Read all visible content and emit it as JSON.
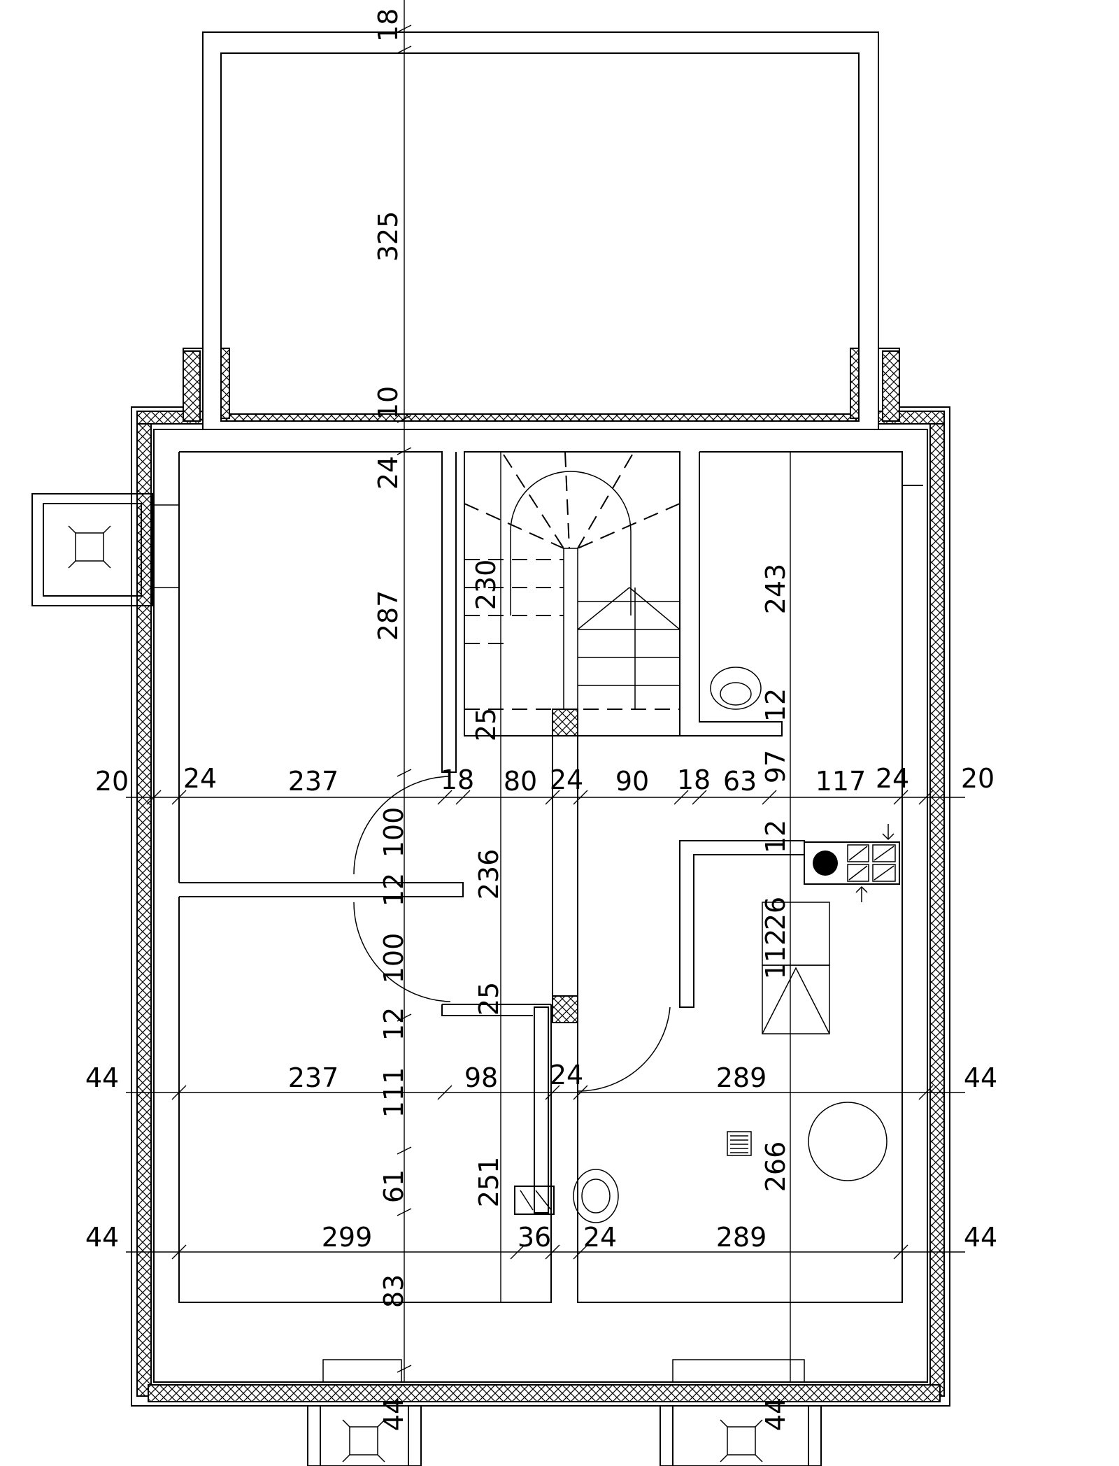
{
  "colors": {
    "line": "#000000",
    "background": "#ffffff"
  },
  "dimensions": {
    "terrace_depth": "325",
    "top_margin": "18",
    "terrace_wall": "10",
    "north_wall": "24",
    "left_room_depth": "287",
    "stair_run": "230",
    "stair_landing": "25",
    "right_room_depth": "243",
    "right_gap_a": "12",
    "right_gap_b": "97",
    "h1_outer_left": "20",
    "h1_wall_left": "24",
    "h1_room_left": "237",
    "h1_partition": "18",
    "h1_stair": "80",
    "h1_core": "24",
    "h1_hall": "90",
    "h1_partition2": "18",
    "h1_closet": "63",
    "h1_kitchen": "117",
    "h1_wall_right": "24",
    "h1_outer_right": "20",
    "door_upper": "100",
    "door_gap": "12",
    "door_lower": "100",
    "door_gap2": "12",
    "hall_depth": "236",
    "core_landing": "25",
    "kitchen_gap": "12",
    "kitchen_unit_a": "26",
    "kitchen_unit_b": "112",
    "h2_outer_left": "44",
    "h2_room_left": "237",
    "h2_mid": "111",
    "h2_hall": "98",
    "h2_core": "24",
    "h2_room_right": "289",
    "h2_outer_right": "44",
    "bath_depth": "251",
    "bath_gap": "61",
    "room_right_depth": "266",
    "h3_outer_left": "44",
    "h3_room_left": "299",
    "h3_shaft": "36",
    "h3_core": "24",
    "h3_room_right": "289",
    "h3_outer_right": "44",
    "bottom_left_gap": "83",
    "bottom_left_wall": "44",
    "bottom_right_wall": "44"
  }
}
